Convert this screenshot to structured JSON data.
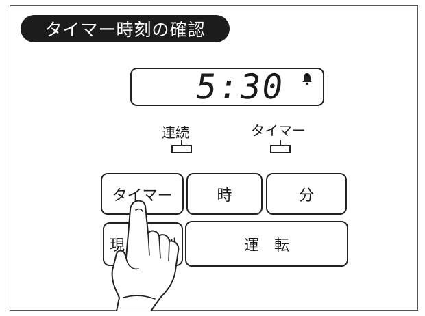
{
  "title": "タイマー時刻の確認",
  "display": {
    "time": "5:30",
    "alarm_icon": "bell-icon"
  },
  "indicators": [
    {
      "label": "連続"
    },
    {
      "label": "タイマー"
    }
  ],
  "buttons": {
    "timer": "タイマー",
    "hour": "時",
    "minute": "分",
    "current_time_left": "現",
    "current_time_right": "刻",
    "run": "運　転"
  },
  "colors": {
    "title_background": "#1c1c1c",
    "title_text": "#ffffff",
    "outline": "#222222"
  }
}
